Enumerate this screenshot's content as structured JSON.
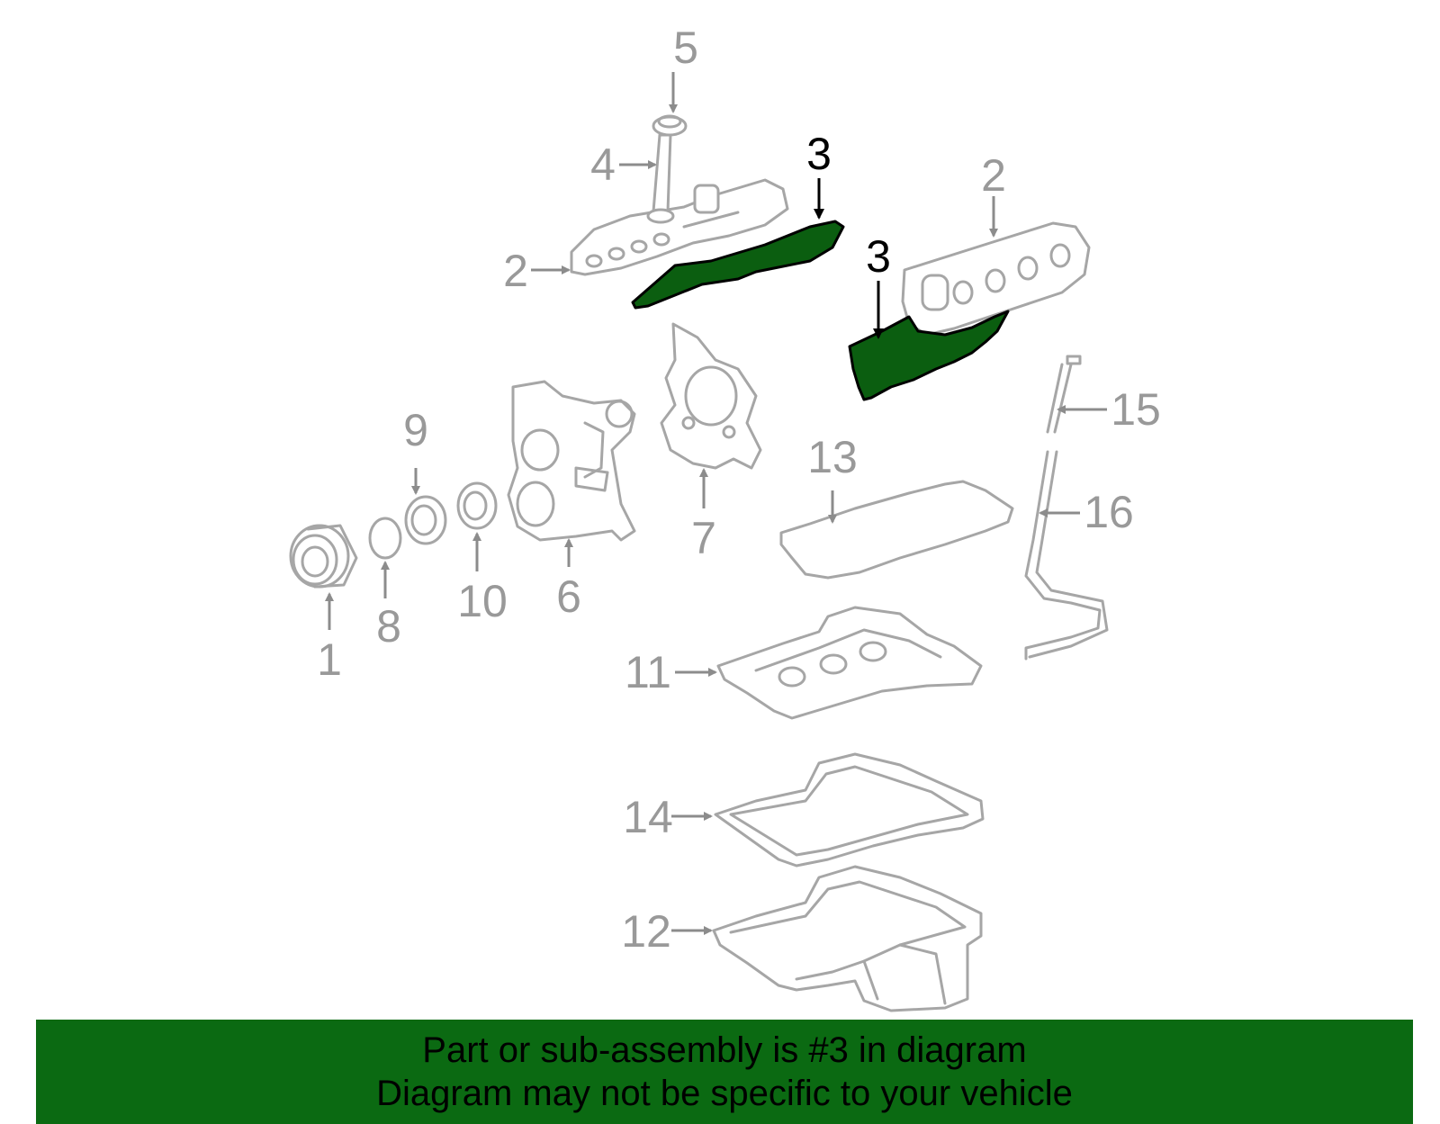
{
  "callouts": {
    "c1": "1",
    "c2a": "2",
    "c2b": "2",
    "c3a": "3",
    "c3b": "3",
    "c4": "4",
    "c5": "5",
    "c6": "6",
    "c7": "7",
    "c8": "8",
    "c9": "9",
    "c10": "10",
    "c11": "11",
    "c12": "12",
    "c13": "13",
    "c14": "14",
    "c15": "15",
    "c16": "16"
  },
  "banner": {
    "line1": "Part or sub-assembly is #3 in diagram",
    "line2": "Diagram may not be specific to your vehicle"
  },
  "colors": {
    "highlight": "#0b5e10",
    "banner": "#0b6a12",
    "part_stroke": "#a6a6a6",
    "callout": "#999999"
  }
}
